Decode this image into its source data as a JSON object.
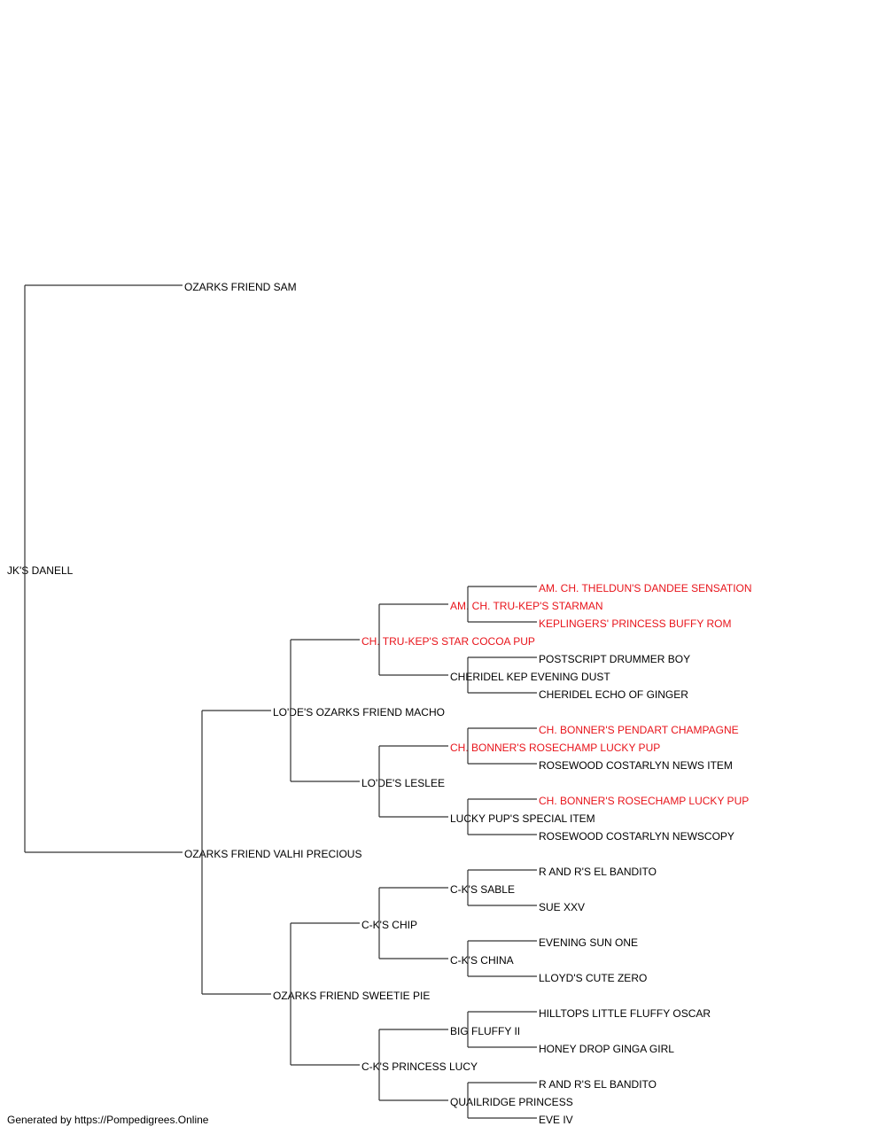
{
  "colors": {
    "normal": "#000000",
    "champion": "#e8141b",
    "line": "#333333"
  },
  "pedigree": {
    "name": "JK'S DANELL",
    "champion": false,
    "sire": {
      "name": "OZARKS FRIEND SAM",
      "champion": false
    },
    "dam": {
      "name": "OZARKS FRIEND VALHI PRECIOUS",
      "champion": false,
      "sire": {
        "name": "LO'DE'S OZARKS FRIEND MACHO",
        "champion": false,
        "sire": {
          "name": "CH. TRU-KEP'S STAR COCOA PUP",
          "champion": true,
          "sire": {
            "name": "AM. CH. TRU-KEP'S STARMAN",
            "champion": true,
            "sire": {
              "name": "AM. CH. THELDUN'S DANDEE SENSATION",
              "champion": true
            },
            "dam": {
              "name": "KEPLINGERS' PRINCESS BUFFY ROM",
              "champion": true
            }
          },
          "dam": {
            "name": "CHERIDEL KEP EVENING DUST",
            "champion": false,
            "sire": {
              "name": "POSTSCRIPT DRUMMER BOY",
              "champion": false
            },
            "dam": {
              "name": "CHERIDEL ECHO OF GINGER",
              "champion": false
            }
          }
        },
        "dam": {
          "name": "LO'DE'S LESLEE",
          "champion": false,
          "sire": {
            "name": "CH. BONNER'S ROSECHAMP LUCKY PUP",
            "champion": true,
            "sire": {
              "name": "CH. BONNER'S PENDART CHAMPAGNE",
              "champion": true
            },
            "dam": {
              "name": "ROSEWOOD COSTARLYN NEWS ITEM",
              "champion": false
            }
          },
          "dam": {
            "name": "LUCKY PUP'S SPECIAL ITEM",
            "champion": false,
            "sire": {
              "name": "CH. BONNER'S ROSECHAMP LUCKY PUP",
              "champion": true
            },
            "dam": {
              "name": "ROSEWOOD COSTARLYN NEWSCOPY",
              "champion": false
            }
          }
        }
      },
      "dam": {
        "name": "OZARKS FRIEND SWEETIE PIE",
        "champion": false,
        "sire": {
          "name": "C-K'S CHIP",
          "champion": false,
          "sire": {
            "name": "C-K'S SABLE",
            "champion": false,
            "sire": {
              "name": "R AND R'S EL BANDITO",
              "champion": false
            },
            "dam": {
              "name": "SUE XXV",
              "champion": false
            }
          },
          "dam": {
            "name": "C-K'S CHINA",
            "champion": false,
            "sire": {
              "name": "EVENING SUN ONE",
              "champion": false
            },
            "dam": {
              "name": "LLOYD'S CUTE ZERO",
              "champion": false
            }
          }
        },
        "dam": {
          "name": "C-K'S PRINCESS LUCY",
          "champion": false,
          "sire": {
            "name": "BIG FLUFFY II",
            "champion": false,
            "sire": {
              "name": "HILLTOPS LITTLE FLUFFY OSCAR",
              "champion": false
            },
            "dam": {
              "name": "HONEY DROP GINGA GIRL",
              "champion": false
            }
          },
          "dam": {
            "name": "QUAILRIDGE PRINCESS",
            "champion": false,
            "sire": {
              "name": "R AND R'S EL BANDITO",
              "champion": false
            },
            "dam": {
              "name": "EVE IV",
              "champion": false
            }
          }
        }
      }
    }
  },
  "footer": "Generated by https://Pompedigrees.Online"
}
